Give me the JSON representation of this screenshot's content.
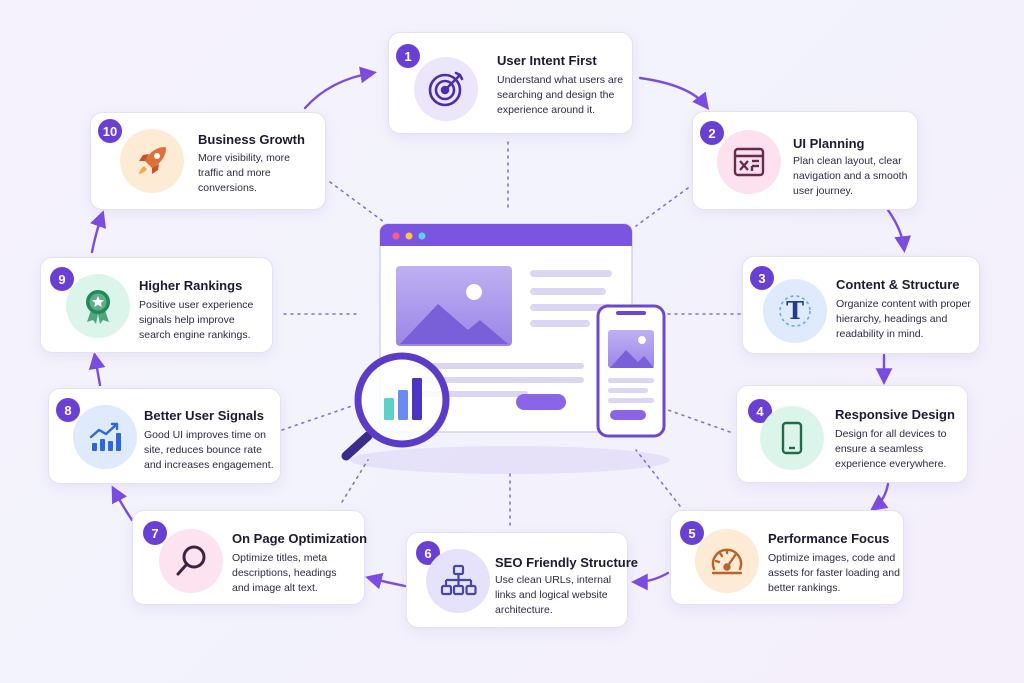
{
  "steps": [
    {
      "num": "1",
      "title": "User Intent First",
      "desc": "Understand what users are searching and design the experience around it.",
      "icon": "target-icon",
      "bg": "#ece6fb",
      "color": "#4a2fa8"
    },
    {
      "num": "2",
      "title": "UI Planning",
      "desc": "Plan clean layout, clear navigation and a smooth user journey.",
      "icon": "layout-icon",
      "bg": "#fde1ee",
      "color": "#6b2a4a"
    },
    {
      "num": "3",
      "title": "Content & Structure",
      "desc": "Organize content with proper hierarchy, headings and readability in mind.",
      "icon": "typography-icon",
      "bg": "#dfeafd",
      "color": "#233c8c"
    },
    {
      "num": "4",
      "title": "Responsive Design",
      "desc": "Design for all devices to ensure a seamless experience everywhere.",
      "icon": "smartphone-icon",
      "bg": "#dcf5ea",
      "color": "#1f6b4a"
    },
    {
      "num": "5",
      "title": "Performance Focus",
      "desc": "Optimize images, code and assets for faster loading and better rankings.",
      "icon": "speedometer-icon",
      "bg": "#fdebd5",
      "color": "#b8652a"
    },
    {
      "num": "6",
      "title": "SEO Friendly Structure",
      "desc": "Use clean URLs, internal links and logical website architecture.",
      "icon": "sitemap-icon",
      "bg": "#e6e2fb",
      "color": "#4a45a8"
    },
    {
      "num": "7",
      "title": "On Page Optimization",
      "desc": "Optimize titles, meta descriptions, headings and image alt text.",
      "icon": "magnifier-icon",
      "bg": "#fce3ef",
      "color": "#3a2440"
    },
    {
      "num": "8",
      "title": "Better User Signals",
      "desc": "Good UI improves time on site, reduces bounce rate and increases engagement.",
      "icon": "growth-chart-icon",
      "bg": "#dfeafd",
      "color": "#2a6ad8"
    },
    {
      "num": "9",
      "title": "Higher Rankings",
      "desc": "Positive user experience signals help improve search engine rankings.",
      "icon": "award-badge-icon",
      "bg": "#dcf5ea",
      "color": "#1f8a5a"
    },
    {
      "num": "10",
      "title": "Business Growth",
      "desc": "More visibility, more traffic and more conversions.",
      "icon": "rocket-icon",
      "bg": "#fdebd5",
      "color": "#e0703a"
    }
  ],
  "colors": {
    "accent": "#6a3fd4",
    "arrow": "#7a4de0",
    "connector": "#8a6ee0"
  }
}
